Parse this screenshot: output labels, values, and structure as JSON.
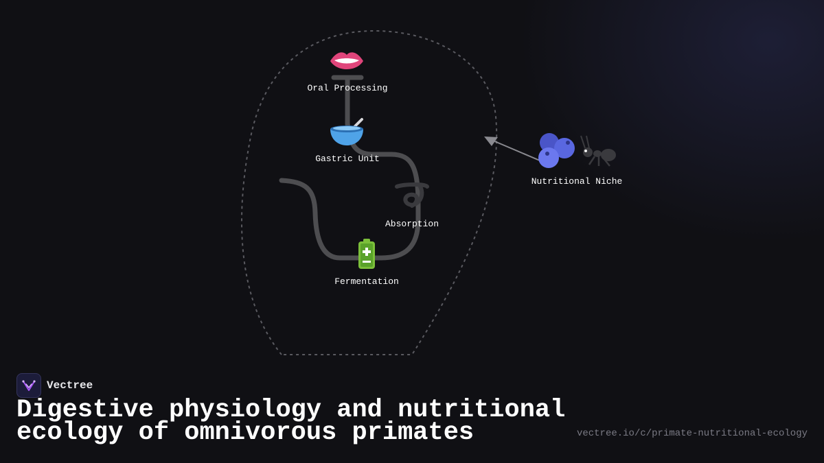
{
  "brand": {
    "name": "Vectree",
    "accent_color": "#a855f7",
    "logo_icon": "vectree-logo-icon"
  },
  "title": "Digestive physiology and nutritional ecology of omnivorous primates",
  "url": "vectree.io/c/primate-nutritional-ecology",
  "diagram": {
    "outline": "head-silhouette",
    "nodes": [
      {
        "id": "oral",
        "label": "Oral Processing",
        "icon": "mouth-icon"
      },
      {
        "id": "gastric",
        "label": "Gastric Unit",
        "icon": "bowl-icon"
      },
      {
        "id": "absorption",
        "label": "Absorption",
        "icon": "intestine-loop-icon"
      },
      {
        "id": "fermentation",
        "label": "Fermentation",
        "icon": "battery-icon"
      },
      {
        "id": "niche",
        "label": "Nutritional Niche",
        "icon": "berries-and-ant-icon"
      }
    ],
    "tract_color": "#4d4d50",
    "outline_color": "#5a5a60"
  }
}
